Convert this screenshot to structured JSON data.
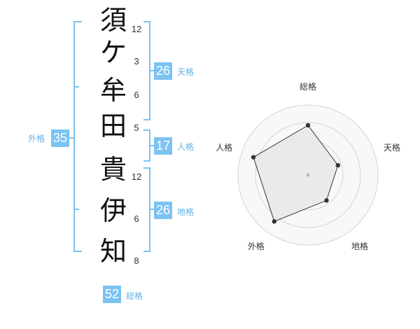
{
  "name": {
    "characters": [
      {
        "char": "須",
        "strokes": "12"
      },
      {
        "char": "ケ",
        "strokes": "3"
      },
      {
        "char": "牟",
        "strokes": "6"
      },
      {
        "char": "田",
        "strokes": "5"
      },
      {
        "char": "貴",
        "strokes": "12"
      },
      {
        "char": "伊",
        "strokes": "6"
      },
      {
        "char": "知",
        "strokes": "8"
      }
    ]
  },
  "fortune": {
    "tenkaku": {
      "value": "26",
      "label": "天格"
    },
    "jinkaku": {
      "value": "17",
      "label": "人格"
    },
    "chikaku": {
      "value": "26",
      "label": "地格"
    },
    "gaikaku": {
      "value": "35",
      "label": "外格"
    },
    "soukaku": {
      "value": "52",
      "label": "総格"
    }
  },
  "chart_data": {
    "type": "radar",
    "axes": [
      "総格",
      "天格",
      "地格",
      "外格",
      "人格"
    ],
    "values": [
      0.71,
      0.45,
      0.45,
      0.82,
      0.82
    ],
    "range": [
      0,
      1
    ],
    "rings": 4,
    "colors": {
      "fill": "#e8e8e8",
      "line": "#333333",
      "ring": "#d4d4d4",
      "ring_fill": "#f8f8f8"
    }
  }
}
